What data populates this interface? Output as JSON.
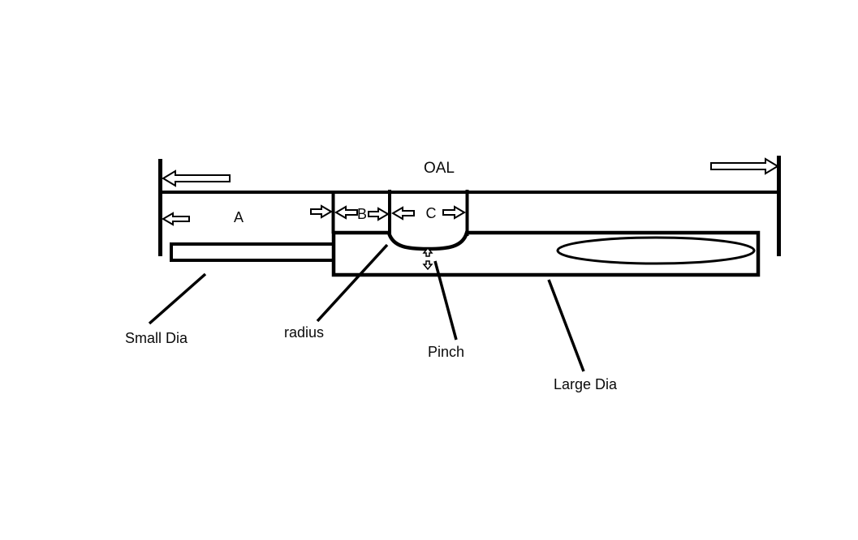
{
  "diagram": {
    "background": "#ffffff",
    "line_color": "#000000",
    "labels": {
      "oal": "OAL",
      "section_a": "A",
      "section_b": "B",
      "section_c": "C",
      "small_dia": "Small Dia",
      "radius": "radius",
      "pinch": "Pinch",
      "large_dia": "Large Dia"
    }
  }
}
